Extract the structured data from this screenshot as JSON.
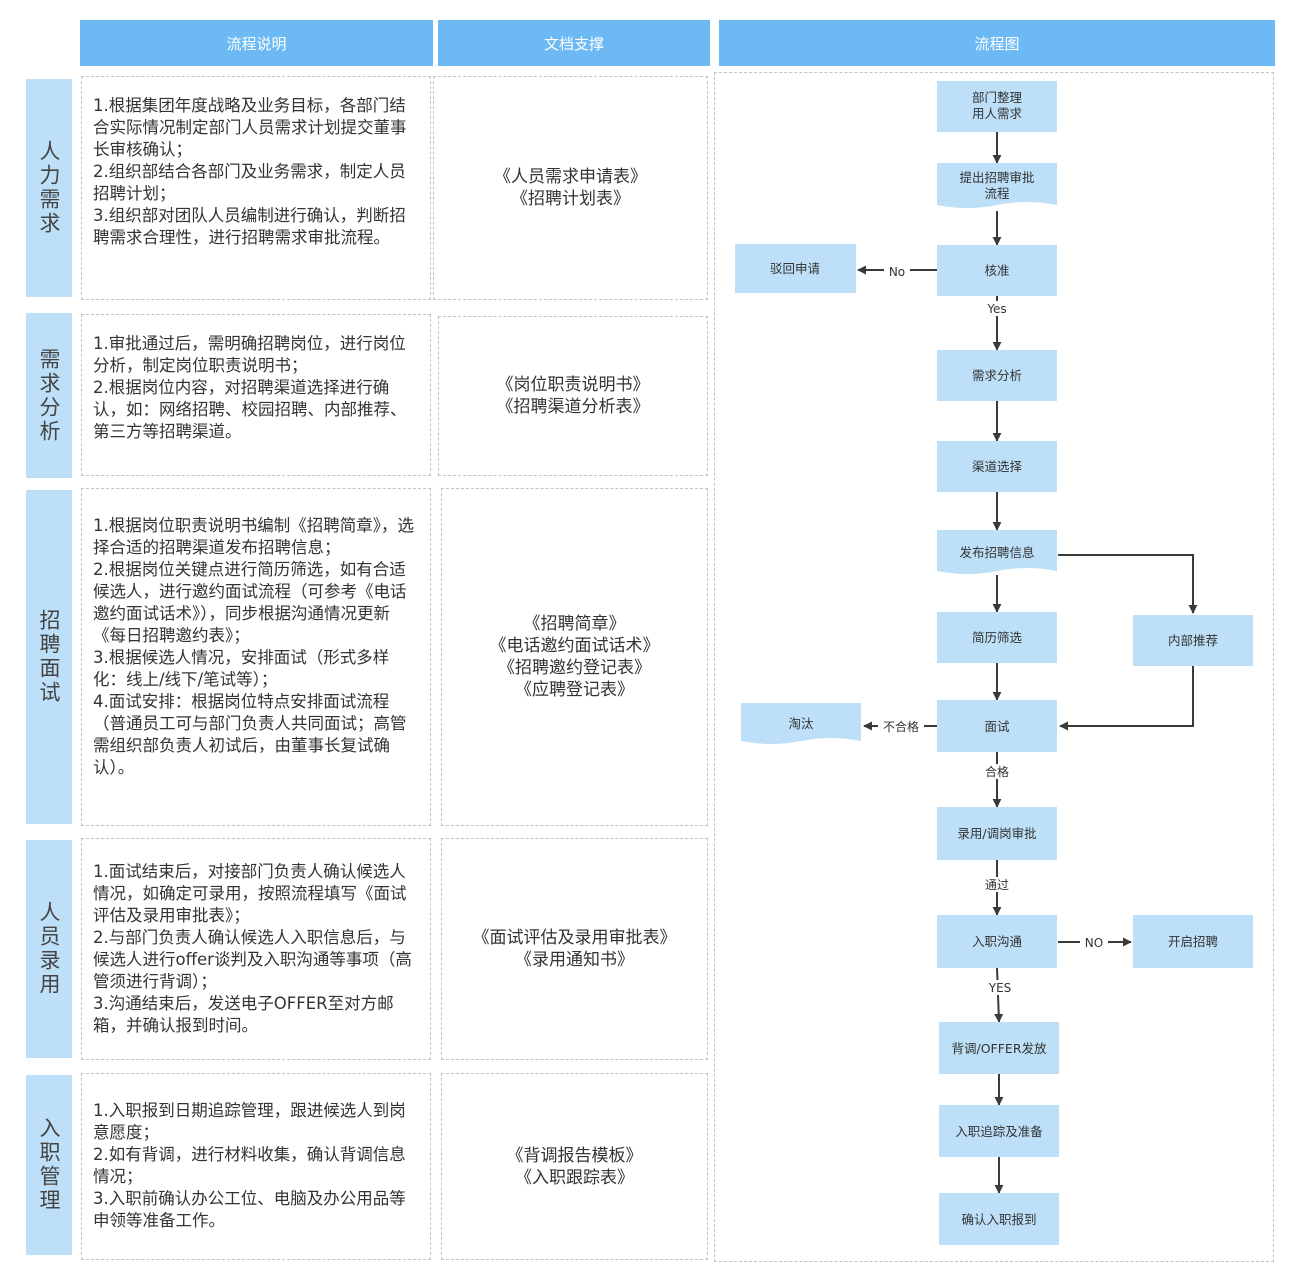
{
  "headers": {
    "process_desc": "流程说明",
    "docs_support": "文档支撑",
    "flowchart": "流程图"
  },
  "stages": [
    {
      "name": "人力需求",
      "desc": [
        "1.根据集团年度战略及业务目标，各部门结合实际情况制定部门人员需求计划提交董事长审核确认；",
        "2.组织部结合各部门及业务需求，制定人员招聘计划；",
        "3.组织部对团队人员编制进行确认，判断招聘需求合理性，进行招聘需求审批流程。"
      ],
      "docs": [
        "《人员需求申请表》",
        "《招聘计划表》"
      ]
    },
    {
      "name": "需求分析",
      "desc": [
        "1.审批通过后，需明确招聘岗位，进行岗位分析，制定岗位职责说明书；",
        "2.根据岗位内容，对招聘渠道选择进行确认，如：网络招聘、校园招聘、内部推荐、第三方等招聘渠道。"
      ],
      "docs": [
        "《岗位职责说明书》",
        "《招聘渠道分析表》"
      ]
    },
    {
      "name": "招聘面试",
      "desc": [
        "1.根据岗位职责说明书编制《招聘简章》，选择合适的招聘渠道发布招聘信息；",
        "2.根据岗位关键点进行简历筛选，如有合适候选人，进行邀约面试流程（可参考《电话邀约面试话术》），同步根据沟通情况更新《每日招聘邀约表》；",
        "3.根据候选人情况，安排面试（形式多样化：线上/线下/笔试等）；",
        "4.面试安排：根据岗位特点安排面试流程（普通员工可与部门负责人共同面试；高管需组织部负责人初试后，由董事长复试确认）。"
      ],
      "docs": [
        "《招聘简章》",
        "《电话邀约面试话术》",
        "《招聘邀约登记表》",
        "《应聘登记表》"
      ]
    },
    {
      "name": "人员录用",
      "desc": [
        "1.面试结束后，对接部门负责人确认候选人情况，如确定可录用，按照流程填写《面试评估及录用审批表》；",
        "2.与部门负责人确认候选人入职信息后，与候选人进行offer谈判及入职沟通等事项（高管须进行背调）；",
        "3.沟通结束后，发送电子OFFER至对方邮箱，并确认报到时间。"
      ],
      "docs": [
        "《面试评估及录用审批表》",
        "《录用通知书》"
      ]
    },
    {
      "name": "入职管理",
      "desc": [
        "1.入职报到日期追踪管理，跟进候选人到岗意愿度；",
        "2.如有背调，进行材料收集，确认背调信息情况；",
        "3.入职前确认办公工位、电脑及办公用品等申领等准备工作。"
      ],
      "docs": [
        "《背调报告模板》",
        "《入职跟踪表》"
      ]
    }
  ],
  "flow": {
    "nodes": {
      "dept_demand": [
        "部门整理",
        "用人需求"
      ],
      "submit_approval": [
        "提出招聘审批",
        "流程"
      ],
      "approve": [
        "核准"
      ],
      "reject_apply": [
        "驳回申请"
      ],
      "demand_analysis": [
        "需求分析"
      ],
      "channel_select": [
        "渠道选择"
      ],
      "publish_info": [
        "发布招聘信息"
      ],
      "resume_screen": [
        "简历筛选"
      ],
      "internal_referral": [
        "内部推荐"
      ],
      "interview": [
        "面试"
      ],
      "eliminate": [
        "淘汰"
      ],
      "hire_approval": [
        "录用/调岗审批"
      ],
      "onboard_comm": [
        "入职沟通"
      ],
      "reopen_recruit": [
        "开启招聘"
      ],
      "background_offer": [
        "背调/OFFER发放"
      ],
      "onboard_track": [
        "入职追踪及准备"
      ],
      "confirm_report": [
        "确认入职报到"
      ]
    },
    "labels": {
      "no1": "No",
      "yes1": "Yes",
      "fail": "不合格",
      "pass": "合格",
      "passed": "通过",
      "no2": "NO",
      "yes2": "YES"
    },
    "colors": {
      "node_fill": "#bde0f8",
      "header_fill": "#6cb9f3",
      "arrow": "#3a3a3a"
    }
  }
}
